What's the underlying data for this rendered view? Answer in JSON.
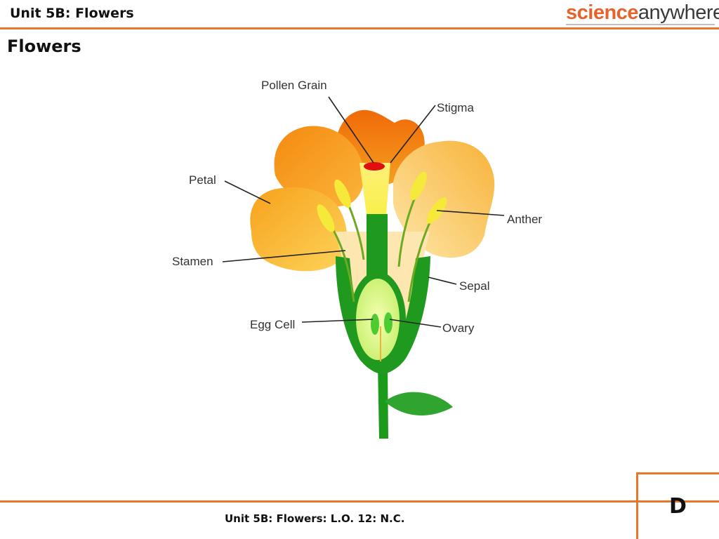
{
  "header": {
    "title": "Unit 5B: Flowers",
    "logo_science": "science",
    "logo_anywhere": "anywhere"
  },
  "page_title": "Flowers",
  "diagram": {
    "labels": {
      "pollen_grain": "Pollen Grain",
      "stigma": "Stigma",
      "petal": "Petal",
      "anther": "Anther",
      "stamen": "Stamen",
      "sepal": "Sepal",
      "egg_cell": "Egg Cell",
      "ovary": "Ovary"
    }
  },
  "footer": {
    "text": "Unit 5B: Flowers: L.O. 12: N.C.",
    "badge": "D"
  },
  "colors": {
    "accent": "#e8772e",
    "petal_dark": "#f07c12",
    "petal_light": "#fbc23a",
    "stem": "#1f9a1f",
    "stigma_red": "#e01010"
  }
}
